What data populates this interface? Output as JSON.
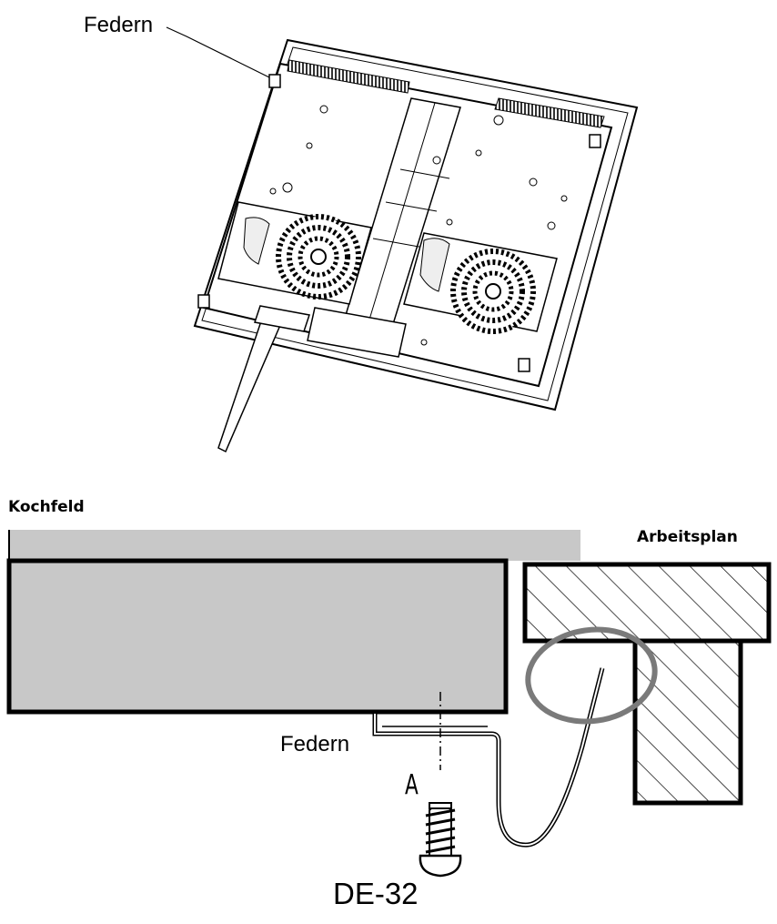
{
  "labels": {
    "spring_top": "Federn",
    "cooktop": "Kochfeld",
    "worktop": "Arbeitsplan",
    "spring_bottom": "Federn",
    "marker": "A"
  },
  "footer": {
    "page_number": "DE-32"
  },
  "colors": {
    "cooktop_fill": "#c8c8c8",
    "highlight_ring": "#7a7a7a",
    "line": "#000000"
  }
}
